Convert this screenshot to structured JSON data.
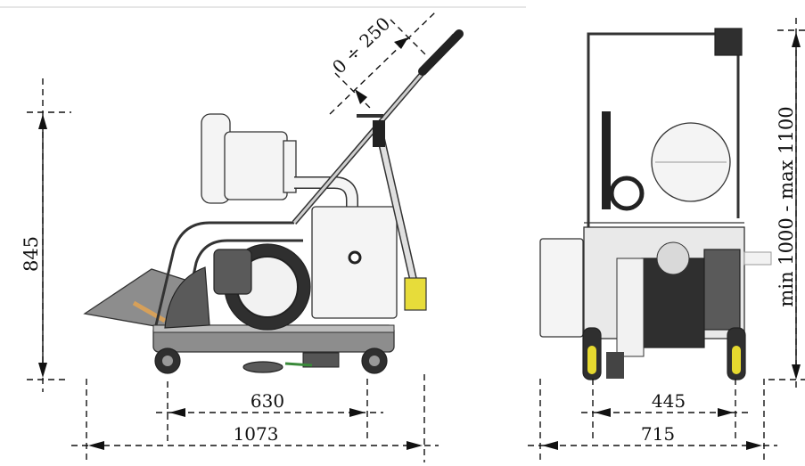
{
  "dimensions": {
    "handle_adjust": "0 ÷ 250",
    "height": "845",
    "wheelbase": "630",
    "length": "1073",
    "handle_height": "min 1000 - max 1100",
    "track_width": "445",
    "width": "715"
  }
}
